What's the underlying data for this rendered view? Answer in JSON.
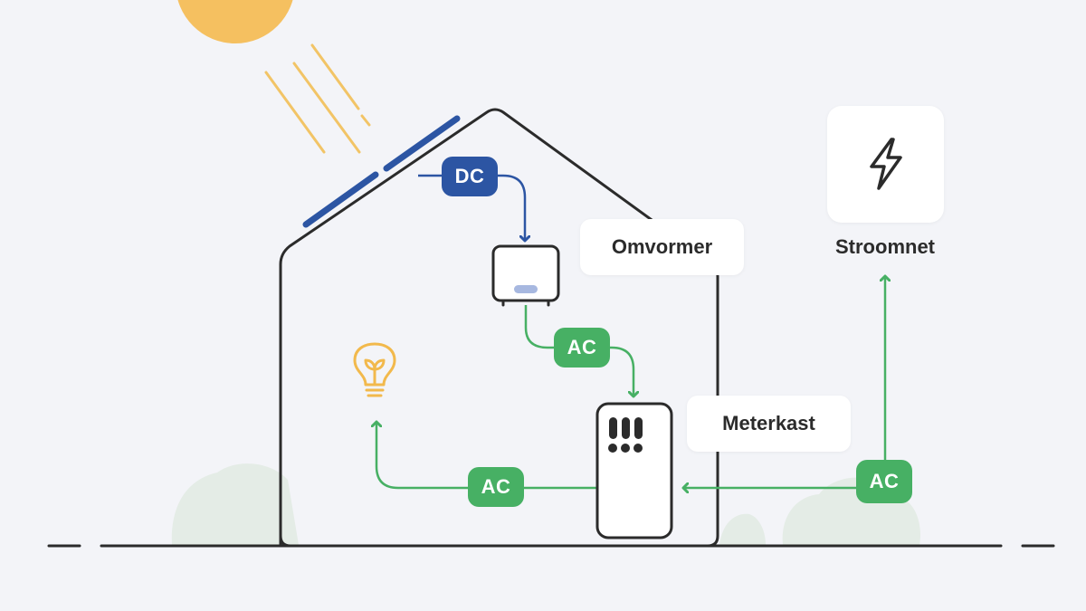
{
  "colors": {
    "background": "#f3f4f8",
    "dc_blue": "#2c55a3",
    "ac_green": "#47b064",
    "sun": "#f5c060",
    "outline": "#2b2b2b",
    "bulb": "#f2b94c"
  },
  "flows": {
    "dc_label": "DC",
    "ac_inverter_label": "AC",
    "ac_house_label": "AC",
    "ac_grid_label": "AC"
  },
  "components": {
    "inverter_label": "Omvormer",
    "meter_label": "Meterkast",
    "grid_label": "Stroomnet"
  },
  "icons": {
    "sun": "sun-icon",
    "solar_panel": "solar-panel-icon",
    "inverter": "inverter-icon",
    "meter": "meter-box-icon",
    "bulb": "light-bulb-icon",
    "grid": "lightning-bolt-icon"
  }
}
